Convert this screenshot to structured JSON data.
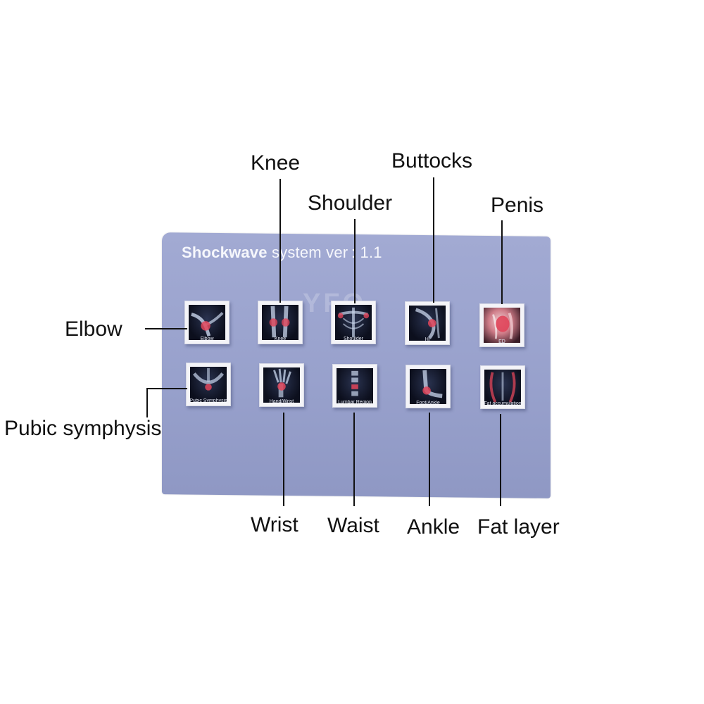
{
  "screen": {
    "title_bold": "Shockwave",
    "title_rest": " system ver : 1.1",
    "watermark": "YFO"
  },
  "tiles": [
    {
      "caption": "Elbow",
      "icon": "elbow-xray-icon"
    },
    {
      "caption": "Knee",
      "icon": "knee-xray-icon"
    },
    {
      "caption": "Shoulder",
      "icon": "shoulder-xray-icon"
    },
    {
      "caption": "Hi",
      "icon": "hip-xray-icon"
    },
    {
      "caption": "ED",
      "icon": "ed-xray-icon"
    },
    {
      "caption": "Pubic Symphysis",
      "icon": "pelvis-xray-icon"
    },
    {
      "caption": "Hand/Wrist",
      "icon": "hand-xray-icon"
    },
    {
      "caption": "Lumbar Region",
      "icon": "spine-xray-icon"
    },
    {
      "caption": "Foot/Ankle",
      "icon": "foot-xray-icon"
    },
    {
      "caption": "Fat accumulation",
      "icon": "torso-xray-icon"
    }
  ],
  "callouts": {
    "knee": "Knee",
    "buttocks": "Buttocks",
    "shoulder": "Shoulder",
    "penis": "Penis",
    "elbow": "Elbow",
    "pubic": "Pubic symphysis",
    "wrist": "Wrist",
    "waist": "Waist",
    "ankle": "Ankle",
    "fat": "Fat layer"
  },
  "colors": {
    "screen": "#9aa3cd",
    "highlight": "#e0455a",
    "bone": "#c9d6ec"
  }
}
